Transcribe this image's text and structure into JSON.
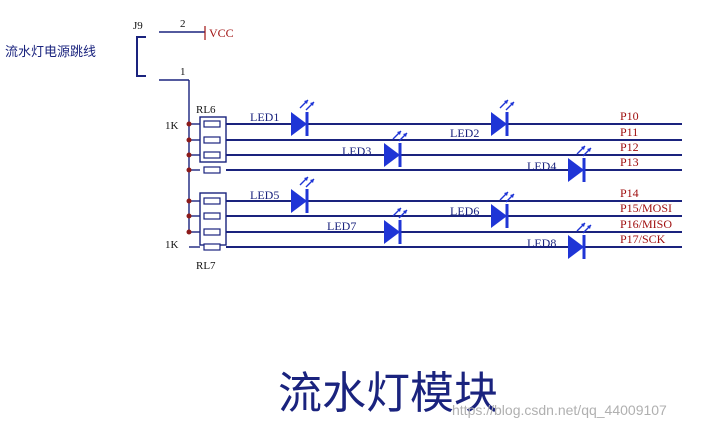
{
  "jumper": {
    "ref": "J9",
    "pin_top": "2",
    "pin_bottom": "1",
    "power_label": "VCC",
    "description": "流水灯电源跳线"
  },
  "resistor_arrays": [
    {
      "ref": "RL6",
      "value": "1K"
    },
    {
      "ref": "RL7",
      "value": "1K"
    }
  ],
  "leds": [
    "LED1",
    "LED2",
    "LED3",
    "LED4",
    "LED5",
    "LED6",
    "LED7",
    "LED8"
  ],
  "nets": [
    "P10",
    "P11",
    "P12",
    "P13",
    "P14",
    "P15/MOSI",
    "P16/MISO",
    "P17/SCK"
  ],
  "title": "流水灯模块",
  "watermark": "https://blog.csdn.net/qq_44009107"
}
